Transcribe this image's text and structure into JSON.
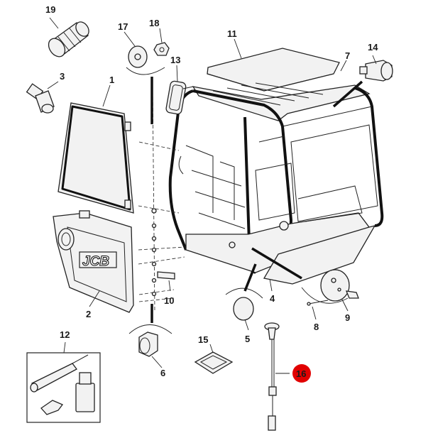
{
  "diagram": {
    "logo_text": "JCB",
    "highlight_color": "#e10000",
    "labels": [
      {
        "id": "p1",
        "text": "1"
      },
      {
        "id": "p2",
        "text": "2"
      },
      {
        "id": "p3",
        "text": "3"
      },
      {
        "id": "p4",
        "text": "4"
      },
      {
        "id": "p5",
        "text": "5"
      },
      {
        "id": "p6",
        "text": "6"
      },
      {
        "id": "p7",
        "text": "7"
      },
      {
        "id": "p8",
        "text": "8"
      },
      {
        "id": "p9",
        "text": "9"
      },
      {
        "id": "p10",
        "text": "10"
      },
      {
        "id": "p11",
        "text": "11"
      },
      {
        "id": "p12",
        "text": "12"
      },
      {
        "id": "p13",
        "text": "13"
      },
      {
        "id": "p14",
        "text": "14"
      },
      {
        "id": "p15",
        "text": "15"
      },
      {
        "id": "p16",
        "text": "16",
        "highlighted": true
      },
      {
        "id": "p17",
        "text": "17"
      },
      {
        "id": "p18",
        "text": "18"
      },
      {
        "id": "p19",
        "text": "19"
      }
    ]
  }
}
